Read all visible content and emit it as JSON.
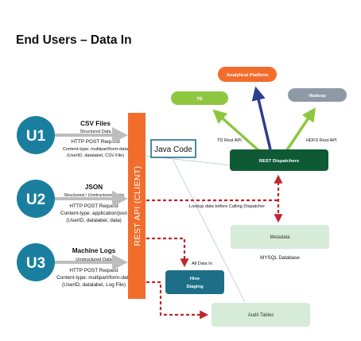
{
  "title": "End Users – Data In",
  "colors": {
    "rest_api": "#f26d2c",
    "user_circle": "#1a7f9f",
    "dispatcher": "#0e5a34",
    "hive": "#1d6f87",
    "light_green": "#d6ebd8",
    "td": "#8fc640",
    "analytical": "#f26d2c",
    "hadoop": "#8e99a6",
    "dashed_arrow": "#c0272d",
    "solid_arrow": "#bdbdbd",
    "analytical_arrow": "#2e3d8c"
  },
  "users": [
    {
      "id": "U1",
      "title": "CSV Files",
      "type": "Structured Data",
      "request": "HTTP POST Request",
      "content": "Content-type: multipart/form-data",
      "params": "(UserID, datalabel, CSV File)"
    },
    {
      "id": "U2",
      "title": "JSON",
      "type": "Structured / Unstructured Data",
      "request": "HTTP POST Request",
      "content": "Content-type: application/json",
      "params": "(UserID, datalabel, data)"
    },
    {
      "id": "U3",
      "title": "Machine Logs",
      "type": "Unstructured Data",
      "request": "HTTP POST Request",
      "content": "Content-type: multipart/form-data",
      "params": "(UserID, datalabel, Log File)"
    }
  ],
  "rest_api": {
    "label": "REST API (CLIENT)"
  },
  "java_code": {
    "label": "Java Code"
  },
  "rest_dispatchers": {
    "label": "REST Dispatchers"
  },
  "analytical_platform": {
    "label": "Analytical Platform"
  },
  "td": {
    "label": "TD"
  },
  "hadoop": {
    "label": "Hadoop"
  },
  "td_rest_api": {
    "label": "TD Rest API"
  },
  "hdfs_rest_api": {
    "label": "HDFS Rest API"
  },
  "metadata": {
    "label": "Metadata",
    "db_label": "MYSQL Database"
  },
  "lookup_note": {
    "label": "Lookup data before Calling Dispatcher"
  },
  "hive_staging": {
    "line1": "Hive",
    "line2": "Staging",
    "note": "All Data In"
  },
  "audit_tables": {
    "label": "Audit Tables"
  }
}
